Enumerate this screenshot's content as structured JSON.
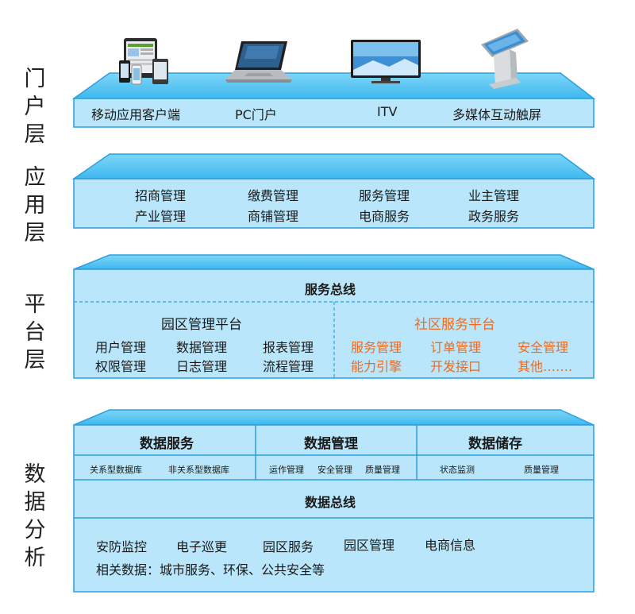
{
  "layers": {
    "portal": {
      "label": "门户层",
      "items": [
        "移动应用客户端",
        "PC门户",
        "ITV",
        "多媒体互动触屏"
      ],
      "devices": [
        "tablet-phone-icon",
        "laptop-icon",
        "tv-icon",
        "kiosk-icon"
      ]
    },
    "application": {
      "label": "应用层",
      "row1": [
        "招商管理",
        "缴费管理",
        "服务管理",
        "业主管理"
      ],
      "row2": [
        "产业管理",
        "商铺管理",
        "电商服务",
        "政务服务"
      ]
    },
    "platform": {
      "label": "平台层",
      "bus": "服务总线",
      "park": {
        "title": "园区管理平台",
        "row1": [
          "用户管理",
          "数据管理",
          "报表管理"
        ],
        "row2": [
          "权限管理",
          "日志管理",
          "流程管理"
        ]
      },
      "community": {
        "title": "社区服务平台",
        "row1": [
          "服务管理",
          "订单管理",
          "安全管理"
        ],
        "row2": [
          "能力引擎",
          "开发接口",
          "其他……."
        ]
      }
    },
    "data": {
      "label": "数据分析",
      "service": {
        "title": "数据服务",
        "items": [
          "关系型数据库",
          "非关系型数据库"
        ]
      },
      "manage": {
        "title": "数据管理",
        "items": [
          "运作管理",
          "安全管理",
          "质量管理"
        ]
      },
      "storage": {
        "title": "数据储存",
        "items": [
          "状态监测",
          "质量管理"
        ]
      },
      "bus": "数据总线",
      "sources": [
        "安防监控",
        "电子巡更",
        "园区服务",
        "园区管理",
        "电商信息"
      ],
      "related": "相关数据：城市服务、环保、公共安全等"
    }
  },
  "colors": {
    "top_face": "#56c8f5",
    "top_face_light": "#8fdcf8",
    "front_face": "#b9e6fa",
    "border": "#2a9fe0",
    "orange_text": "#ee6a1f"
  }
}
